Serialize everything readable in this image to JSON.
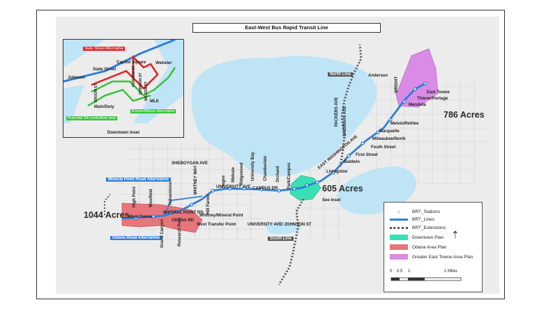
{
  "title": "East-West Bus Rapid Transit Line",
  "colors": {
    "water": "#bfe4f5",
    "land": "#ececec",
    "street": "#c9c9c9",
    "brt_line": "#2f7fd6",
    "downtown_plan": "#39e0b4",
    "odana_plan": "#e8747c",
    "east_towne_plan": "#d98be6",
    "state_street_alt": "#e02020",
    "broom_wilson_alt": "#39c23a",
    "station": "#2f7fd6"
  },
  "areas": {
    "east_towne": "786 Acres",
    "downtown": "605 Acres",
    "odana": "1044 Acres"
  },
  "inset": {
    "caption": "Downtown Inset",
    "alt_red": "State Street Alternative",
    "alt_green": "Broom/Wilson Alternative",
    "alt_green2": "Potential SB contraflow lane",
    "labels": {
      "capitol_square": "Capitol Square",
      "webster": "Webster",
      "state_street": "State Street",
      "johnson": "Johnson",
      "gorham": "GORHAM ST",
      "johnson_st": "JOHNSON ST",
      "broom": "BROOM ST",
      "wilson": "WILSON ST",
      "main_doty": "Main/Doty",
      "mlk": "MLK"
    }
  },
  "map_labels": {
    "north_line": "North Line",
    "south_line": "South Line",
    "anderson": "Anderson",
    "east_towne": "East Towne",
    "thierer_portage": "Thierer/Portage",
    "mendota": "Mendota",
    "wright": "WRIGHT",
    "melvin_rethke": "Melvin/Rethke",
    "marquette": "Marquette",
    "milwaukee_north": "Milwaukee/North",
    "fouth_street": "Fouth Street",
    "first_street": "First Street",
    "baldwin": "Baldwin",
    "livingston": "Livingston",
    "see_inset": "See Inset",
    "east_washington": "EAST WASHINGTON AVE",
    "sheboygan": "SHEBOYGAN AVE",
    "university_ave": "UNIVERSITY AVE",
    "campus_dr": "CAMPUS DR",
    "univ_johnson": "UNIVERSITY AVE/ JOHNSON ST",
    "mineral_point_alt": "Mineral Point Road Alternative",
    "mineral_point_rd": "MINERAL POINT RD",
    "odana_rd": "ODANA RD",
    "odana_alt": "Odana Road Alternative",
    "whitney_mineral": "Whitney/Mineral Point",
    "west_transfer": "West Transfer Point",
    "grand_canyon": "Grand Canyon",
    "research_park": "Research Park",
    "whitney_way": "WHITNEY WAY",
    "west_towne": "West Towne",
    "high_point": "High Point",
    "westfield": "Westfield",
    "yellowstone": "Yellowstone",
    "segoe": "Segoe",
    "midvale": "Midvale",
    "hill_farms": "Hill Farms",
    "ridgewood": "Ridgewood",
    "university_bay": "University Bay",
    "chamberlain": "Chamberlain",
    "orchard": "Orchard",
    "park_campus": "Park/Campus",
    "packers_ave": "PACKERS AVE",
    "sherman_ave": "SHERMAN AVE"
  },
  "legend": {
    "stations": "BRT_Stations",
    "lines": "BRT_Lines",
    "extensions": "BRT_Extensions",
    "downtown": "Downtown Plan",
    "odana": "Odana Area Plan",
    "east_towne": "Greater East Towne Area Plan",
    "scale_0": "0",
    "scale_05": "0.5",
    "scale_1": "1",
    "scale_2": "2 Miles"
  }
}
